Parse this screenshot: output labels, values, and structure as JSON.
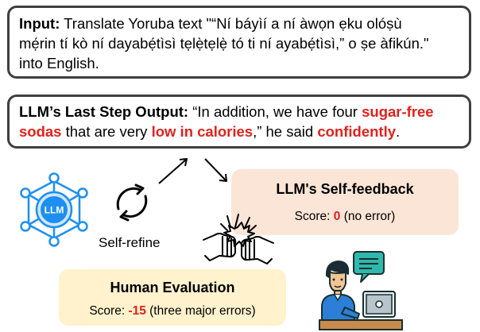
{
  "input_box": {
    "label": "Input:",
    "text_line1": " Translate Yoruba text \"“Ní báyìí a ní àwọn ẹku olóṣù",
    "text_line2": "mẹ́rin tí kò ní dayabẹ́tìsì tẹlẹ̀tẹlẹ̀ tó ti ní ayabẹ́tìsì,” o ṣe àfikún.\"",
    "text_line3": "into English."
  },
  "output_box": {
    "label": "LLM’s Last Step Output:",
    "part1": " “In addition, we have four ",
    "highlight1": "sugar-free sodas",
    "part2": " that are very ",
    "highlight2": "low in calories",
    "part3": ",” he said ",
    "highlight3": "confidently",
    "part4": "."
  },
  "llm_icon": {
    "label": "LLM"
  },
  "self_refine": {
    "label": "Self-refine"
  },
  "feedback": {
    "title": "LLM's Self-feedback",
    "score_label": "Score: ",
    "score_value": "0",
    "score_note": " (no error)"
  },
  "human": {
    "title": "Human Evaluation",
    "score_label": "Score: ",
    "score_value": "-15",
    "score_note": " (three major errors)"
  },
  "colors": {
    "highlight": "#e3211c",
    "feedback_bg": "#fbe5d6",
    "human_bg": "#fff2cc",
    "llm_blue": "#1d8ff0",
    "llm_light": "#cfe6fb"
  }
}
